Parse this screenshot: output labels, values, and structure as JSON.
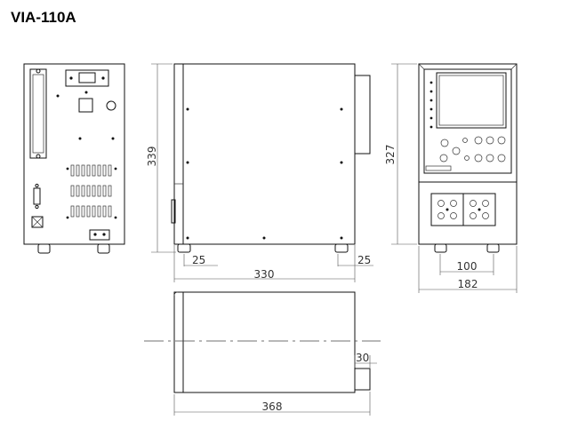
{
  "title": "VIA-110A",
  "dimensions": {
    "height_total": "339",
    "height_body": "327",
    "depth_body": "330",
    "foot_left": "25",
    "foot_right": "25",
    "front_width": "182",
    "front_foot_spacing": "100",
    "top_depth_total": "368",
    "top_protrusion": "30"
  }
}
